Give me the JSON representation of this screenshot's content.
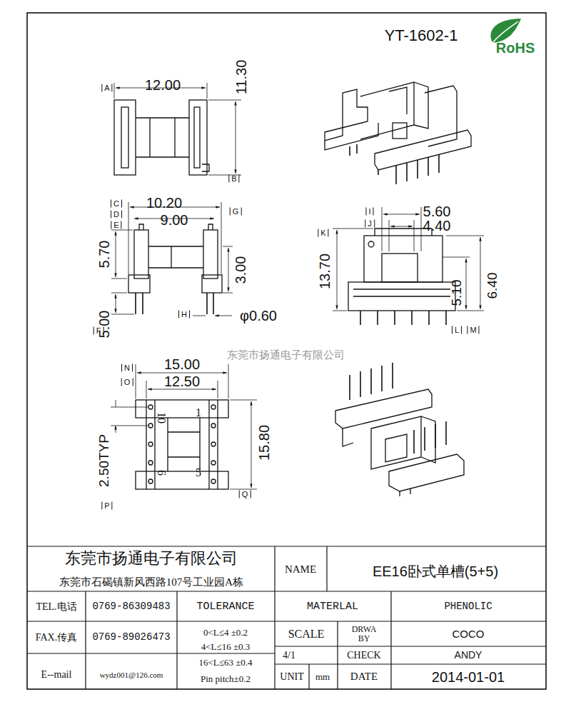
{
  "diagram": {
    "title": "YT-1602-1",
    "labels": [
      "RoHS",
      "A",
      "12.00",
      "11.30",
      "B",
      "C",
      "10.20",
      "G",
      "D",
      "E",
      "9.00",
      "5.70",
      "3.00",
      "F",
      "5.00",
      "H",
      "φ0.60",
      "I",
      "5.60",
      "J",
      "4.40",
      "K",
      "13.70",
      "5.10",
      "6.40",
      "L",
      "M",
      "东莞市扬通电子有限公司",
      "N",
      "15.00",
      "O",
      "12.50",
      "10",
      "1",
      "6",
      "5",
      "15.80",
      "2.50TYP",
      "P",
      "Q",
      "东莞市扬通电子有限公司",
      "东莞市石碣镇新风西路107号工业园A栋",
      "NAME",
      "EE16卧式单槽(5+5)",
      "TEL.电话",
      "0769-86309483",
      "TOLERANCE",
      "MATERLAL",
      "PHENOLIC",
      "FAX.传真",
      "0769-89026473",
      "0<L≤4 ±0.2",
      "4<L≤16 ±0.3",
      "16<L≤63 ±0.4",
      "Pin pitch±0.2",
      "SCALE",
      "DRWA BY",
      "COCO",
      "4/1",
      "CHECK",
      "ANDY",
      "E--mail",
      "wydz001@126.com",
      "UNIT",
      "mm",
      "DATE",
      "2014-01-01"
    ]
  }
}
